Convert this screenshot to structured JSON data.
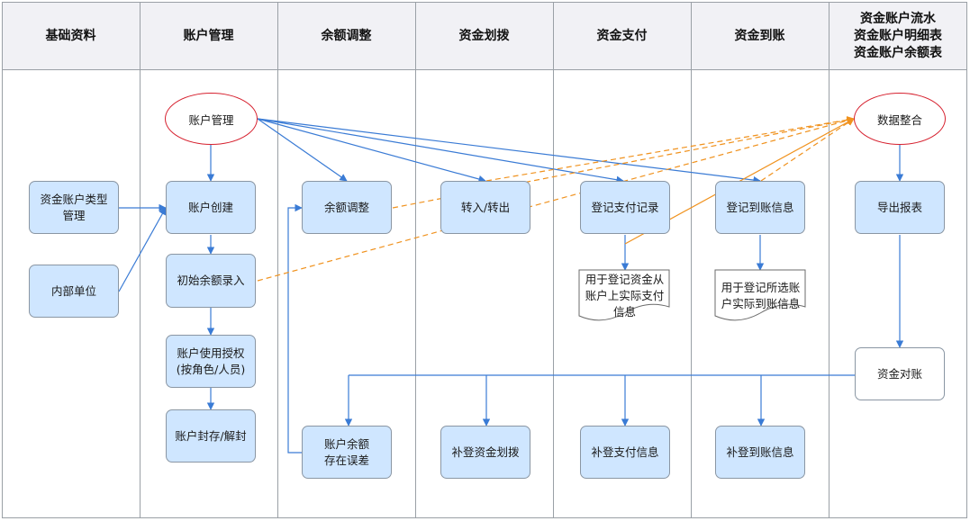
{
  "columns": [
    {
      "label": "基础资料"
    },
    {
      "label": "账户管理"
    },
    {
      "label": "余额调整"
    },
    {
      "label": "资金划拨"
    },
    {
      "label": "资金支付"
    },
    {
      "label": "资金到账"
    },
    {
      "label": "资金账户流水\n资金账户明细表\n资金账户余额表"
    }
  ],
  "nodes": {
    "account_type": "资金账户类型\n管理",
    "internal_unit": "内部单位",
    "account_mgmt_ellipse": "账户管理",
    "account_create": "账户创建",
    "initial_balance": "初始余额录入",
    "account_auth": "账户使用授权\n(按角色/人员)",
    "account_seal": "账户封存/解封",
    "balance_adjust": "余额调整",
    "balance_error": "账户余额\n存在误差",
    "transfer": "转入/转出",
    "supplement_transfer": "补登资金划拨",
    "payment_record": "登记支付记录",
    "payment_doc": "用于登记资金从\n账户上实际支付\n信息",
    "supplement_payment": "补登支付信息",
    "arrival_record": "登记到账信息",
    "arrival_doc": "用于登记所选账\n户实际到账信息",
    "supplement_arrival": "补登到账信息",
    "data_integration": "数据整合",
    "export_report": "导出报表",
    "reconcile": "资金对账"
  },
  "colors": {
    "node_fill": "#cfe6ff",
    "header_fill": "#f1f1f5",
    "ellipse_border": "#d6202e",
    "arrow_blue": "#3a7bd5",
    "arrow_orange": "#f0921e"
  }
}
